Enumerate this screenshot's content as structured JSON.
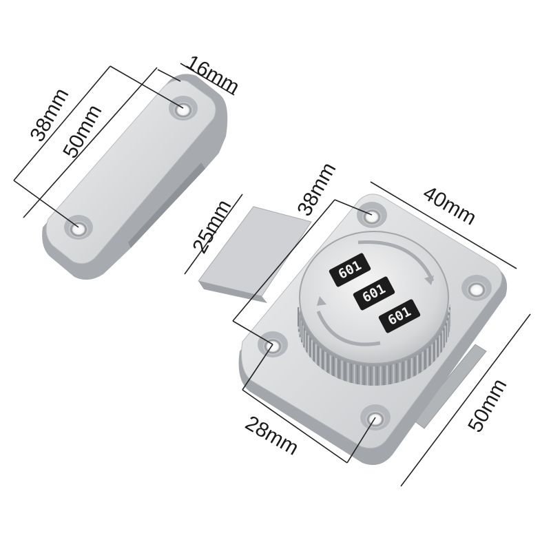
{
  "dimensions": {
    "strike_width": "16mm",
    "strike_hole_spacing": "38mm",
    "strike_length": "50mm",
    "bolt_width": "25mm",
    "lock_hole_spacing_diag": "38mm",
    "lock_body_width": "40mm",
    "lock_hole_spacing_bottom": "28mm",
    "lock_body_height": "50mm"
  },
  "dial": {
    "wheels": [
      "601",
      "601",
      "601"
    ]
  },
  "colors": {
    "metal": "#c9cbce",
    "metal_dark": "#9a9da1",
    "metal_light": "#eceded",
    "wheel": "#1c1c1c"
  }
}
